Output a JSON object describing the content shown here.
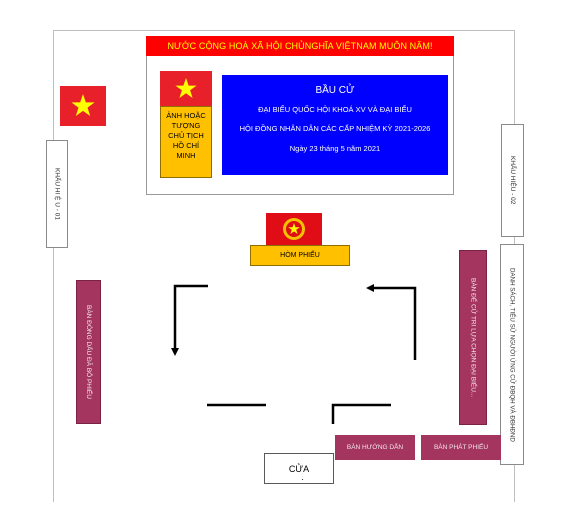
{
  "banner": {
    "text": "NƯỚC CỘNG HOÀ XÃ HỘI CHỦNGHĨA VIỆTNAM MUÔN NĂM!"
  },
  "portrait": {
    "lines": [
      "ẢNH HOẶC",
      "TƯỢNG",
      "CHỦ TỊCH",
      "HỒ CHÍ",
      "MINH"
    ]
  },
  "election_panel": {
    "title": "BẦU CỬ",
    "line1": "ĐẠI BIỂU QUỐC HỘI KHOÁ XV VÀ ĐẠI BIỂU",
    "line2": "HỘI ĐỒNG NHÂN DÂN CÁC CẤP NHIỆM KỲ 2021-2026",
    "date": "Ngày 23 tháng 5 năm 2021"
  },
  "slogan_left": "KHẨU HI Ệ U - 01",
  "slogan_right": "KHẨU HIỆU - 02",
  "ballot_box": "HÒM PHIẾU",
  "stamp_desk": "BÀN ĐÓNG DẤU ĐÃ BỎ PHIẾU",
  "candidate_desk": "BÀN ĐỂ CỬ TRI LỰA CHỌN ĐẠI BIỂU...",
  "candidate_list": "DANH SÁCH, TIỂU SỬ NGƯỜI ỨNG CỬ ĐBQH VÀ ĐBHĐND",
  "guide_desk": "BÀN HƯỚNG DẪN",
  "issue_desk": "BÀN PHÁT PHIẾU",
  "door": {
    "label": "CỬA"
  },
  "colors": {
    "flag_red": "#e8202a",
    "star_yellow": "#ffff00",
    "panel_blue": "#0000ff",
    "portrait_gold": "#ffc000",
    "desk_maroon": "#a3355f"
  }
}
